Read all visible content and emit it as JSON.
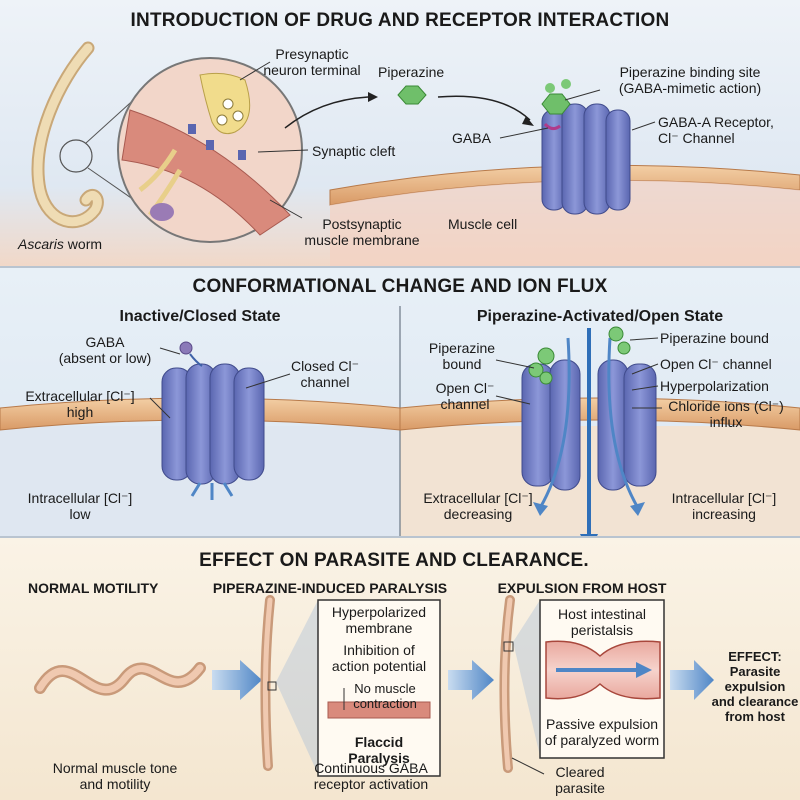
{
  "panel1": {
    "title": "INTRODUCTION OF DRUG AND RECEPTOR INTERACTION",
    "presynaptic": [
      "Presynaptic",
      "neuron terminal"
    ],
    "piperazine": "Piperazine",
    "binding_site": [
      "Piperazine binding site",
      "(GABA-mimetic action)"
    ],
    "gaba": "GABA",
    "receptor": [
      "GABA-A Receptor,",
      "Cl⁻ Channel"
    ],
    "synaptic_cleft": "Synaptic cleft",
    "postsynaptic": [
      "Postsynaptic",
      "muscle membrane"
    ],
    "worm_species": "Ascaris",
    "worm_word": " worm",
    "muscle_cell": "Muscle cell"
  },
  "panel2": {
    "title": "CONFORMATIONAL CHANGE AND ION FLUX",
    "left": {
      "heading": "Inactive/Closed State",
      "gaba": [
        "GABA",
        "(absent or low)"
      ],
      "closed": [
        "Closed Cl⁻",
        "channel"
      ],
      "extracellular": [
        "Extracellular [Cl⁻]",
        "high"
      ],
      "intracellular": [
        "Intracellular [Cl⁻]",
        "low"
      ]
    },
    "right": {
      "heading": "Piperazine-Activated/Open State",
      "pip_bound_left": [
        "Piperazine",
        "bound"
      ],
      "pip_bound_right": "Piperazine bound",
      "open_right": "Open Cl⁻ channel",
      "hyper": "Hyperpolarization",
      "chloride": [
        "Chloride ions (Cl⁻)",
        "influx"
      ],
      "open_left": [
        "Open Cl⁻",
        "channel"
      ],
      "extracellular": [
        "Extracellular [Cl⁻]",
        "decreasing"
      ],
      "intracellular": [
        "Intracellular [Cl⁻]",
        "increasing"
      ]
    }
  },
  "panel3": {
    "title": "EFFECT ON PARASITE AND CLEARANCE.",
    "normal_heading": "NORMAL MOTILITY",
    "paralysis_heading": "PIPERAZINE-INDUCED PARALYSIS",
    "expulsion_heading": "EXPULSION FROM HOST",
    "normal_caption": [
      "Normal muscle tone",
      "and motility"
    ],
    "box1": {
      "hyper": [
        "Hyperpolarized",
        "membrane"
      ],
      "inhibition": [
        "Inhibition of",
        "action potential"
      ],
      "no_contraction": [
        "No muscle",
        "contraction"
      ],
      "flaccid": [
        "Flaccid",
        "Paralysis"
      ]
    },
    "paralysis_caption": [
      "Continuous GABA",
      "receptor activation"
    ],
    "box2": {
      "peristalsis": [
        "Host intestinal",
        "peristalsis"
      ],
      "passive": [
        "Passive expulsion",
        "of paralyzed worm"
      ]
    },
    "cleared": [
      "Cleared",
      "parasite"
    ],
    "effect": [
      "EFFECT:",
      "Parasite",
      "expulsion",
      "and clearance",
      "from host"
    ]
  },
  "colors": {
    "receptor": "#7b86c9",
    "receptor_dark": "#4a5598",
    "piperazine": "#6fbf6a",
    "membrane": "#e8b98a",
    "arrow": "#4f86c6"
  }
}
